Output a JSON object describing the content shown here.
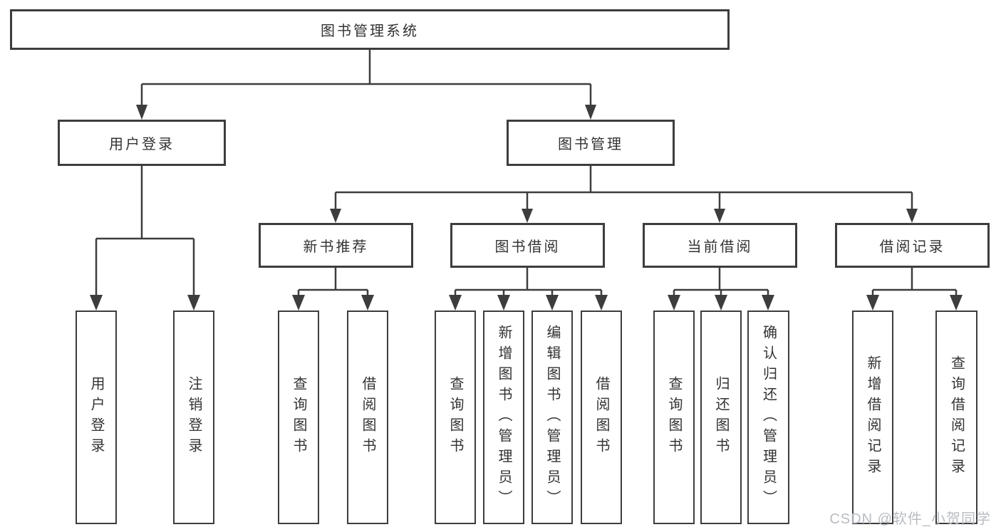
{
  "root": {
    "label": "图书管理系统"
  },
  "level1": [
    {
      "label": "用户登录"
    },
    {
      "label": "图书管理"
    }
  ],
  "level2": [
    {
      "label": "新书推荐"
    },
    {
      "label": "图书借阅"
    },
    {
      "label": "当前借阅"
    },
    {
      "label": "借阅记录"
    }
  ],
  "leaves": {
    "userLogin": [
      "用户登录",
      "注销登录"
    ],
    "newBook": [
      "查询图书",
      "借阅图书"
    ],
    "bookBorrow": [
      "查询图书",
      "新增图书（管理员）",
      "编辑图书（管理员）",
      "借阅图书"
    ],
    "currentBorrow": [
      "查询图书",
      "归还图书",
      "确认归还（管理员）"
    ],
    "borrowRecord": [
      "新增借阅记录",
      "查询借阅记录"
    ]
  },
  "watermark": "CSDN @软件_小贺同学",
  "colors": {
    "line": "#3d3d3d",
    "text": "#333333",
    "watermark": "#b8bcc2",
    "background": "#ffffff"
  }
}
